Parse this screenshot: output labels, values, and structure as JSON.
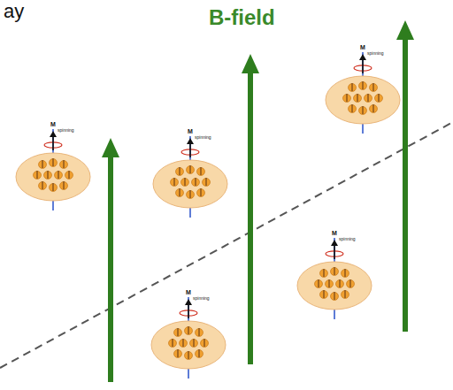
{
  "diagram": {
    "labels": [
      "ay",
      "B-field",
      "M",
      "spinning",
      "M",
      "spinning",
      "M",
      "spinning",
      "M",
      "spinning",
      "M",
      "spinning"
    ]
  }
}
